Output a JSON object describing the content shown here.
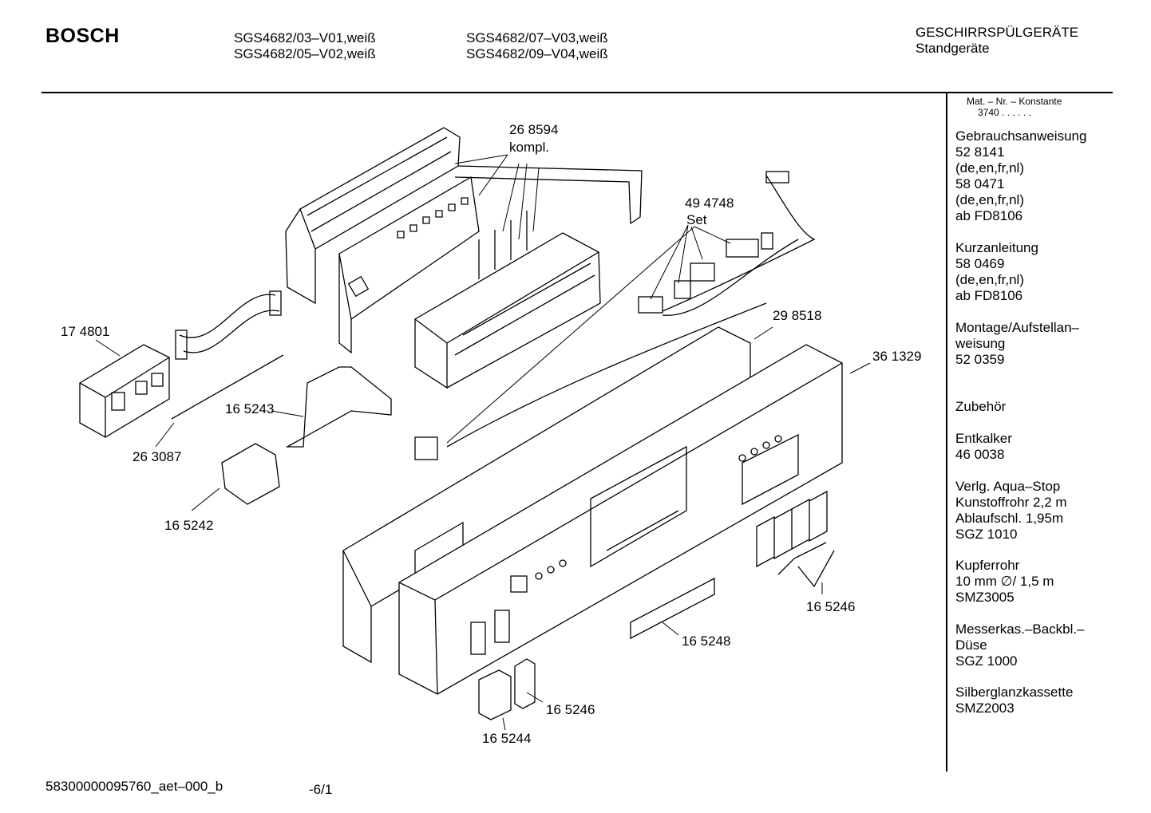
{
  "header": {
    "brand": "BOSCH",
    "models": [
      "SGS4682/03–V01,weiß",
      "SGS4682/05–V02,weiß",
      "SGS4682/07–V03,weiß",
      "SGS4682/09–V04,weiß"
    ],
    "category": "GESCHIRRSPÜLGERÄTE",
    "subcategory": "Standgeräte"
  },
  "sidebar": {
    "mat_nr_label": "Mat. – Nr. – Konstante",
    "mat_nr_value": "3740  .   .    .   .   .   .",
    "blocks": [
      {
        "lines": [
          "Gebrauchsanweisung",
          "52 8141",
          "(de,en,fr,nl)",
          "58 0471",
          "(de,en,fr,nl)",
          "ab FD8106"
        ]
      },
      {
        "lines": [
          "Kurzanleitung",
          "58 0469",
          "(de,en,fr,nl)",
          "ab FD8106"
        ]
      },
      {
        "lines": [
          "Montage/Aufstellan–",
          "weisung",
          "52 0359"
        ]
      },
      {
        "lines": [
          "Zubehör"
        ]
      },
      {
        "lines": [
          "Entkalker",
          "46 0038"
        ]
      },
      {
        "lines": [
          "Verlg. Aqua–Stop",
          "Kunstoffrohr 2,2 m",
          "Ablaufschl. 1,95m",
          "SGZ 1010"
        ]
      },
      {
        "lines": [
          "Kupferrohr",
          "10 mm ∅/ 1,5 m",
          "SMZ3005"
        ]
      },
      {
        "lines": [
          "Messerkas.–Backbl.–",
          "Düse",
          "SGZ 1000"
        ]
      },
      {
        "lines": [
          "Silberglanzkassette",
          "SMZ2003"
        ]
      }
    ]
  },
  "labels": [
    "26 8594",
    "kompl.",
    "49 4748",
    "Set",
    "17 4801",
    "29 8518",
    "36 1329",
    "16 5243",
    "26 3087",
    "16 5242",
    "16 5246",
    "16 5248",
    "16 5246",
    "16 5244"
  ],
  "footer": {
    "doc_id": "58300000095760_aet–000_b",
    "page": "-6/1"
  }
}
